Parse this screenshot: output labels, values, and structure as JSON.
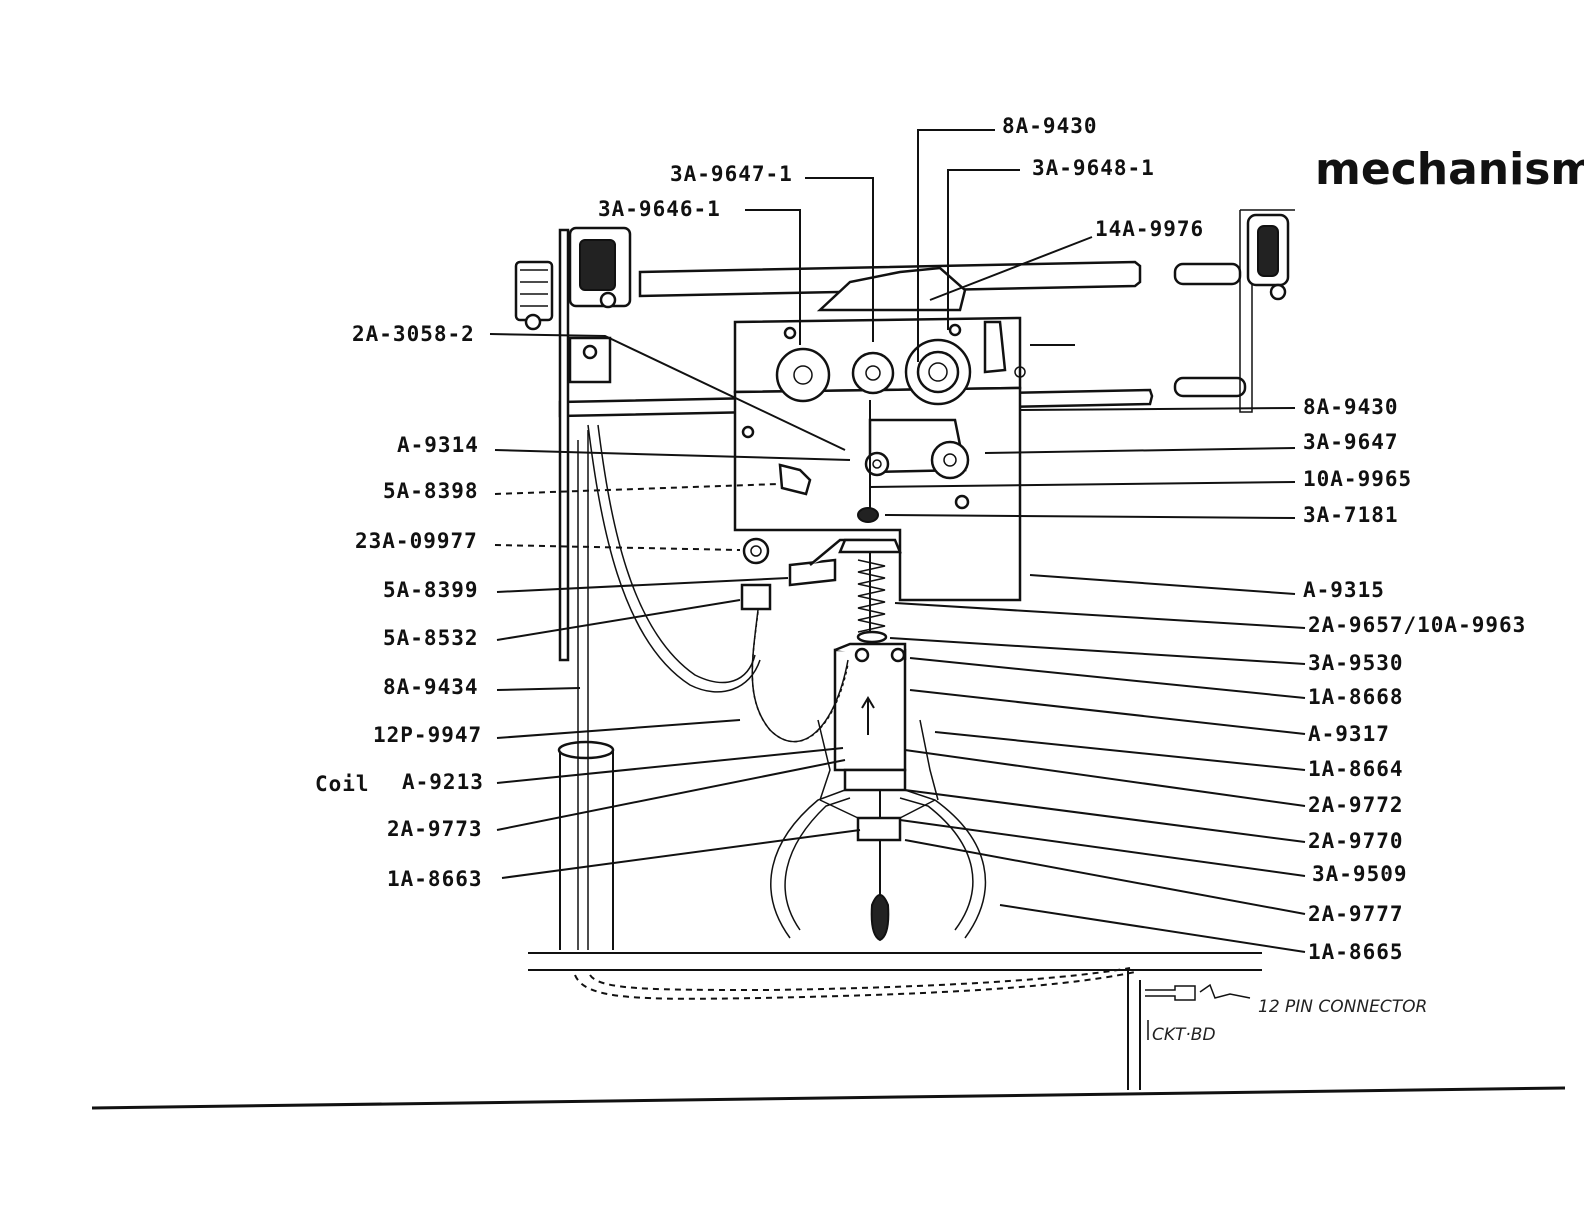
{
  "title": "mechanism",
  "labels": {
    "top_8a_9430": "8A-9430",
    "top_3a_9647_1": "3A-9647-1",
    "top_3a_9648_1": "3A-9648-1",
    "top_3a_9646_1": "3A-9646-1",
    "top_14a_9976": "14A-9976",
    "l_2a_3058_2": "2A-3058-2",
    "l_a_9314": "A-9314",
    "l_5a_8398": "5A-8398",
    "l_23a_09977": "23A-09977",
    "l_5a_8399": "5A-8399",
    "l_5a_8532": "5A-8532",
    "l_8a_9434": "8A-9434",
    "l_12p_9947": "12P-9947",
    "l_coil": "Coil",
    "l_a_9213": "A-9213",
    "l_2a_9773": "2A-9773",
    "l_1a_8663": "1A-8663",
    "r_8a_9430": "8A-9430",
    "r_3a_9647": "3A-9647",
    "r_10a_9965": "10A-9965",
    "r_3a_7181": "3A-7181",
    "r_a_9315": "A-9315",
    "r_2a_9657": "2A-9657/10A-9963",
    "r_3a_9530": "3A-9530",
    "r_1a_8668": "1A-8668",
    "r_a_9317": "A-9317",
    "r_1a_8664": "1A-8664",
    "r_2a_9772": "2A-9772",
    "r_2a_9770": "2A-9770",
    "r_3a_9509": "3A-9509",
    "r_2a_9777": "2A-9777",
    "r_1a_8665": "1A-8665"
  },
  "handwritten": {
    "connector": "12 PIN CONNECTOR",
    "board": "CKT·BD"
  }
}
